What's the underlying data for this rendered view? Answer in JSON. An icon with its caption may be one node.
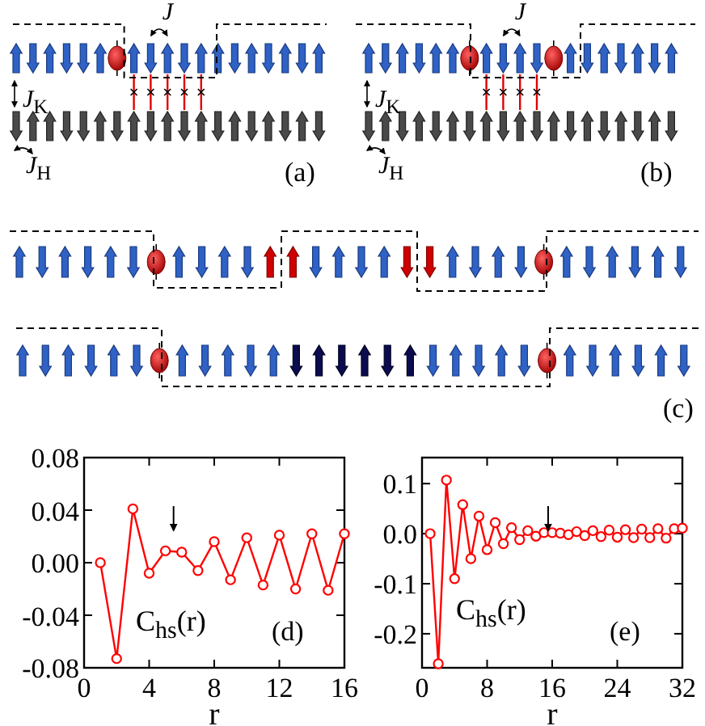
{
  "diagram": {
    "labels": [
      "*J*",
      "*J*$_{K}$",
      "*J*$_{H}$",
      "(a)",
      "*J*",
      "*J*$_{K}$",
      "*J*$_{H}$",
      "(b)",
      "(c)"
    ],
    "chart_data": [
      {
        "type": "line",
        "xlabel": "r",
        "xlim": [
          0,
          16
        ],
        "ylim": [
          -0.08,
          0.08
        ],
        "xticks": [
          0,
          4,
          8,
          12,
          16
        ],
        "yticks": [
          {
            "value": -0.08,
            "label": "-0.08"
          },
          {
            "value": -0.04,
            "label": "-0.04"
          },
          {
            "value": 0,
            "label": "0.00"
          },
          {
            "value": 0.04,
            "label": "0.04"
          },
          {
            "value": 0.08,
            "label": "0.08"
          }
        ],
        "x": [
          1,
          2,
          3,
          4,
          5,
          6,
          7,
          8,
          9,
          10,
          11,
          12,
          13,
          14,
          15,
          16
        ],
        "series": [
          {
            "color": "#ff0000",
            "marker": "circle",
            "values": [
              0.0,
              -0.073,
              0.041,
              -0.008,
              0.009,
              0.008,
              -0.006,
              0.016,
              -0.013,
              0.019,
              -0.017,
              0.021,
              -0.02,
              0.022,
              -0.021,
              0.022
            ]
          }
        ],
        "annotations": [
          "C$_{hs}$(r)",
          "(d)"
        ]
      },
      {
        "type": "line",
        "xlabel": "r",
        "xlim": [
          0,
          32
        ],
        "ylim": [
          -0.268,
          0.152
        ],
        "xticks": [
          0,
          8,
          16,
          24,
          32
        ],
        "yticks": [
          {
            "value": -0.2,
            "label": "-0.2"
          },
          {
            "value": -0.1,
            "label": "-0.1"
          },
          {
            "value": 0,
            "label": "0.0"
          },
          {
            "value": 0.1,
            "label": "0.1"
          }
        ],
        "x": [
          1,
          2,
          3,
          4,
          5,
          6,
          7,
          8,
          9,
          10,
          11,
          12,
          13,
          14,
          15,
          16,
          17,
          18,
          19,
          20,
          21,
          22,
          23,
          24,
          25,
          26,
          27,
          28,
          29,
          30,
          31,
          32
        ],
        "series": [
          {
            "color": "#ff0000",
            "marker": "circle",
            "values": [
              0.0,
              -0.26,
              0.107,
              -0.09,
              0.058,
              -0.05,
              0.035,
              -0.032,
              0.022,
              -0.02,
              0.012,
              -0.012,
              0.006,
              -0.005,
              0.002,
              0.002,
              0.001,
              -0.002,
              0.004,
              -0.004,
              0.006,
              -0.006,
              0.007,
              -0.007,
              0.008,
              -0.008,
              0.009,
              -0.008,
              0.01,
              -0.009,
              0.01,
              0.011
            ]
          }
        ],
        "annotations": [
          "C$_{hs}$(r)",
          "(e)"
        ]
      }
    ]
  }
}
